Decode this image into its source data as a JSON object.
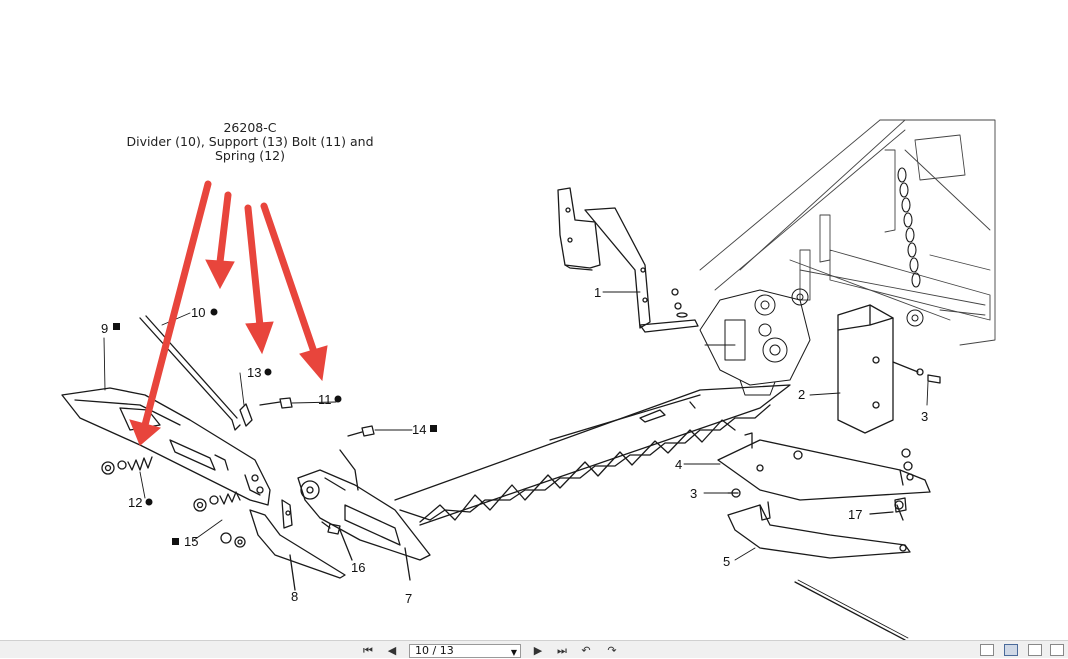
{
  "caption": {
    "part_no": "26208-C",
    "line1": "Divider (10), Support (13) Bolt (11) and",
    "line2": "Spring (12)"
  },
  "callouts": {
    "c1": "1",
    "c2": "2",
    "c3a": "3",
    "c3b": "3",
    "c4": "4",
    "c5": "5",
    "c7": "7",
    "c8": "8",
    "c9": "9",
    "c10": "10",
    "c11": "11",
    "c12": "12",
    "c13": "13",
    "c14": "14",
    "c15": "15",
    "c16": "16",
    "c17": "17"
  },
  "colors": {
    "arrow": "#e8453c",
    "line": "#1a1a1a",
    "toolbar": "#f0f0f0"
  },
  "toolbar": {
    "page_indicator": "10 / 13",
    "icons": [
      "first-page-icon",
      "prev-page-icon",
      "next-page-icon",
      "last-page-icon",
      "go-back-icon",
      "go-forward-icon",
      "single-page-view-icon",
      "continuous-view-icon",
      "facing-view-icon",
      "continuous-facing-view-icon"
    ]
  }
}
